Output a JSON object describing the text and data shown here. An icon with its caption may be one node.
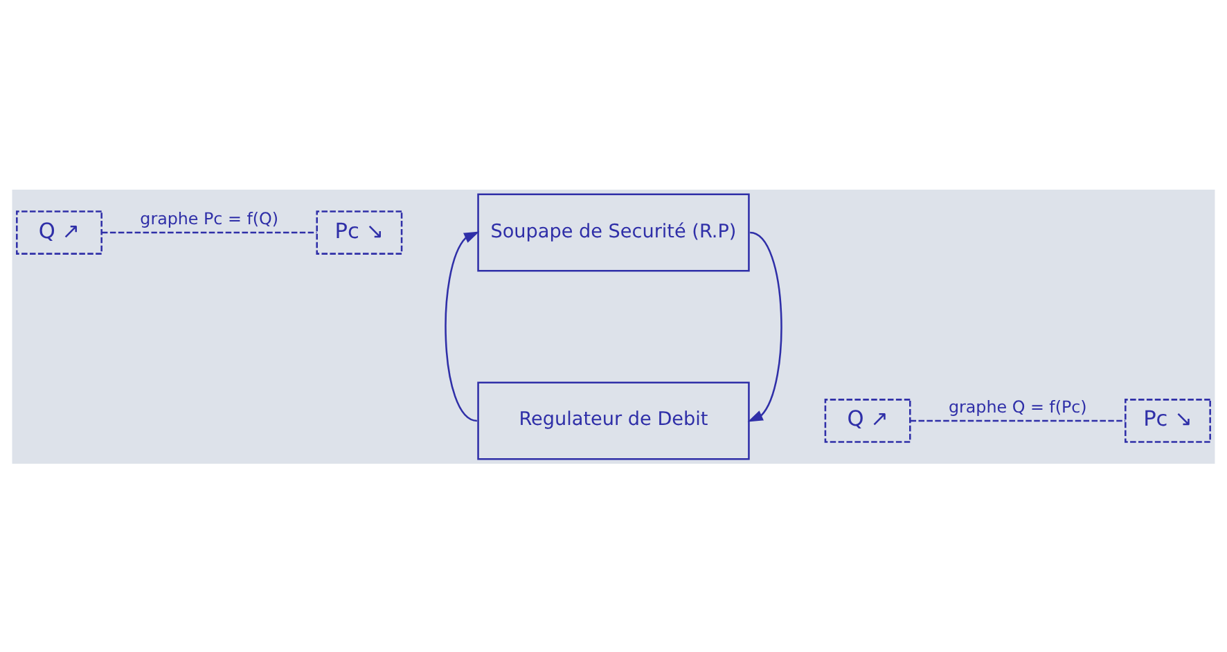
{
  "diagram": {
    "nodes": [
      {
        "text": [
          "Q ↗"
        ]
      },
      {
        "text": [
          "Soupape de Securité (R.P)"
        ]
      },
      {
        "text": [
          "Pc ↘"
        ]
      },
      {
        "text": [
          "Q ↗"
        ]
      },
      {
        "text": [
          "Regulateur de Debit"
        ]
      },
      {
        "text": [
          "Pc ↘"
        ]
      }
    ],
    "edges": [
      {
        "from": 0,
        "to": 2,
        "arrow": "none",
        "style": "dashed",
        "label": "graphe Pc = f(Q)"
      },
      {
        "from": 1,
        "to": 4,
        "arrow": "to"
      },
      {
        "from": 4,
        "to": 1,
        "arrow": "to"
      },
      {
        "from": 3,
        "to": 5,
        "arrow": "none",
        "style": "dashed",
        "label": "graphe Q = f(Pc)"
      }
    ]
  }
}
